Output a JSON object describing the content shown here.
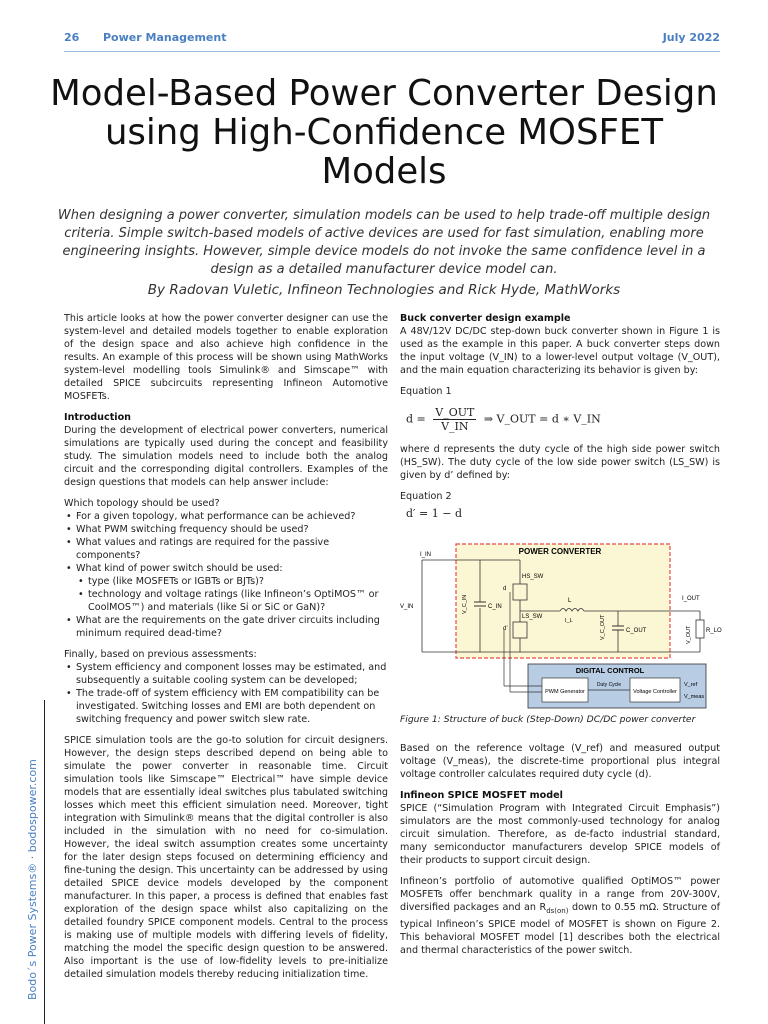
{
  "header": {
    "page": "26",
    "section": "Power Management",
    "date": "July 2022"
  },
  "title": "Model-Based Power Converter Design using High-Confidence MOSFET Models",
  "subtitle": "When designing a power converter, simulation models can be used to help trade-off multiple design criteria. Simple switch-based models of active devices are used for fast simulation, enabling more engineering insights. However, simple device models do not invoke the same confidence level in a design as a detailed manufacturer device model can.",
  "byline": "By Radovan Vuletic, Infineon Technologies and Rick Hyde, MathWorks",
  "left": {
    "intro": "This article looks at how the power converter designer can use the system-level and detailed models together to enable exploration of the design space and also achieve high confidence in the results. An example of this process will be shown using MathWorks system-level modelling tools Simulink® and Simscape™ with detailed SPICE subcircuits representing Infineon Automotive MOSFETs.",
    "intro_heading": "Introduction",
    "intro_body": "During the development of electrical power converters, numerical simulations are typically used during the concept and feasibility study. The simulation models need to include both the analog circuit and the corresponding digital controllers. Examples of the design questions that models can help answer include:",
    "q_heading": "Which topology should be used?",
    "q1": "For a given topology, what performance can be achieved?",
    "q2": "What PWM switching frequency should be used?",
    "q3": "What values and ratings are required for the passive components?",
    "q4": "What kind of power switch should be used:",
    "q4a": "type (like MOSFETs or IGBTs or BJTs)?",
    "q4b": "technology and voltage ratings (like Infineon’s OptiMOS™ or CoolMOS™) and materials (like Si or SiC or GaN)?",
    "q5": "What are the requirements on the gate driver circuits including minimum required dead-time?",
    "final_heading": "Finally, based on previous assessments:",
    "f1": "System efficiency and component losses may be estimated, and subsequently a suitable cooling system can be developed;",
    "f2": "The trade-off of system efficiency with EM compatibility can be investigated. Switching losses and EMI are both dependent on switching frequency and power switch slew rate.",
    "spice_para": "SPICE simulation tools are the go-to solution for circuit designers. However, the design steps described depend on being able to simulate the power converter in reasonable time. Circuit simulation tools like Simscape™ Electrical™ have simple device models that are essentially ideal switches plus tabulated switching losses which meet this efficient simulation need. Moreover, tight integration with Simulink® means that the digital controller is also included in the simulation with no need for co-simulation. However, the ideal switch assumption creates some uncertainty for the later design steps focused on determining efficiency and fine-tuning the design. This uncertainty can be addressed by using detailed SPICE device models developed by the component manufacturer. In this paper, a process is defined that enables fast exploration of the design space whilst also capitalizing on the detailed foundry SPICE component models. Central to the process is making use of multiple models with differing levels of fidelity, matching the model the specific design question to be answered. Also important is the use of low-fidelity levels to pre-initialize detailed simulation models thereby reducing initialization time."
  },
  "right": {
    "buck_heading": "Buck converter design example",
    "buck_body": "A 48V/12V DC/DC step-down buck converter shown in Figure 1 is used as the example in this paper. A buck converter steps down the input voltage (V_IN) to a lower-level output voltage (V_OUT), and the main equation characterizing its behavior is given by:",
    "eq1_label": "Equation 1",
    "eq1_d": "d =",
    "eq1_num": "V_OUT",
    "eq1_den": "V_IN",
    "eq1_rest": "⇒ V_OUT = d ∗ V_IN",
    "duty_body": "where d represents the duty cycle of the high side power switch (HS_SW). The duty cycle of the low side power switch (LS_SW) is given by d’ defined by:",
    "eq2_label": "Equation 2",
    "eq2": "d′ = 1 − d",
    "figure": {
      "power_title": "POWER CONVERTER",
      "digital_title": "DIGITAL CONTROL",
      "i_in": "I_IN",
      "v_in": "V_IN",
      "c_in": "C_IN",
      "v_cin": "V_C_IN",
      "hs_sw": "HS_SW",
      "ls_sw": "LS_SW",
      "d": "d",
      "d_prime": "d’",
      "l": "L",
      "i_l": "I_L",
      "c_out": "C_OUT",
      "v_cout": "V_C_OUT",
      "i_out": "I_OUT",
      "v_out": "V_OUT",
      "r_lo": "R_LO",
      "pwm": "PWM Generator",
      "duty": "Duty Cycle",
      "vctrl": "Voltage Controller",
      "v_ref": "V_ref",
      "v_meas": "V_meas",
      "colors": {
        "border": "#e84a4a",
        "fill": "#fbf6d3",
        "digital_fill": "#b8cce4",
        "box_fill": "#ffffff"
      }
    },
    "caption": "Figure 1: Structure of buck (Step-Down) DC/DC power converter",
    "ref_para": "Based on the reference voltage (V_ref) and measured output voltage (V_meas), the discrete-time proportional plus integral voltage controller calculates required duty cycle (d).",
    "spice_heading": "Infineon SPICE MOSFET model",
    "spice_body": "SPICE (“Simulation Program with Integrated Circuit Emphasis”) simulators are the most commonly-used technology for analog circuit simulation. Therefore, as de-facto industrial standard, many semiconductor manufacturers develop SPICE models of their products to support circuit design.",
    "portfolio_a": "Infineon’s portfolio of automotive qualified OptiMOS™ power MOSFETs offer benchmark quality in a range from 20V-300V, diversified packages and an R",
    "portfolio_sub": "ds(on)",
    "portfolio_b": " down to 0.55 mΩ. Structure of typical Infineon’s SPICE model of MOSFET is shown on Figure 2. This behavioral MOSFET model [1] describes both the electrical and thermal characteristics of the power switch."
  },
  "sidebar": "Bodo´s Power Systems® · bodospower.com"
}
